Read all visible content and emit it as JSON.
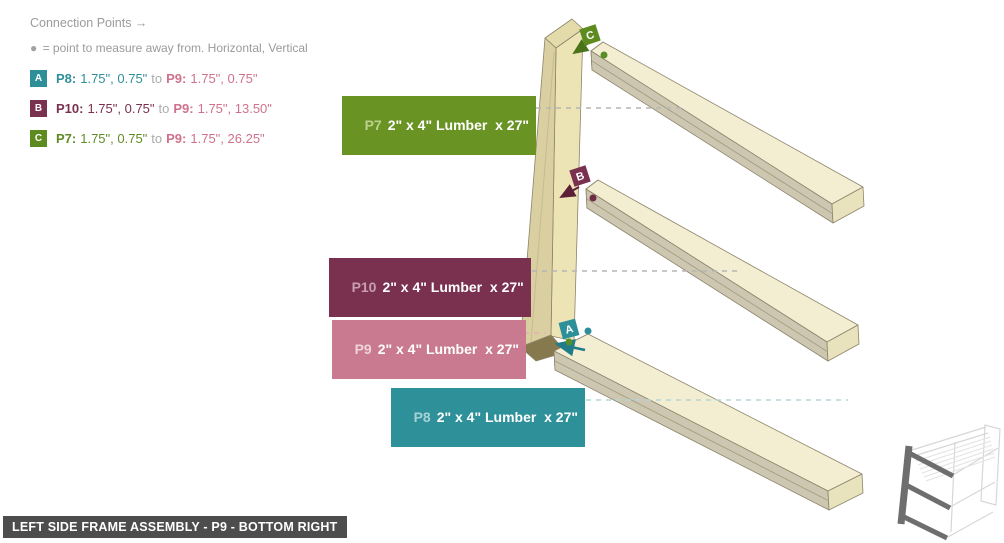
{
  "legend": {
    "title": "Connection Points →",
    "bullet": "●",
    "note": "= point to measure away from. Horizontal, Vertical",
    "rows": [
      {
        "letter": "A",
        "from_part": "P8:",
        "from_vals": "1.75\", 0.75\"",
        "to_word": "to",
        "to_part": "P9:",
        "to_vals": "1.75\", 0.75\""
      },
      {
        "letter": "B",
        "from_part": "P10:",
        "from_vals": "1.75\", 0.75\"",
        "to_word": "to",
        "to_part": "P9:",
        "to_vals": "1.75\", 13.50\""
      },
      {
        "letter": "C",
        "from_part": "P7:",
        "from_vals": "1.75\", 0.75\"",
        "to_word": "to",
        "to_part": "P9:",
        "to_vals": "1.75\", 26.25\""
      }
    ]
  },
  "labels": {
    "p7": {
      "prefix": "P7",
      "text": "2\" x 4\" Lumber  x 27\""
    },
    "p10": {
      "prefix": "P10",
      "text": "2\" x 4\" Lumber  x 27\""
    },
    "p9": {
      "prefix": "P9",
      "text": "2\" x 4\" Lumber  x 27\""
    },
    "p8": {
      "prefix": "P8",
      "text": "2\" x 4\" Lumber  x 27\""
    }
  },
  "badges": {
    "a": "A",
    "b": "B",
    "c": "C"
  },
  "footer": {
    "title": "LEFT SIDE FRAME ASSEMBLY - P9 - BOTTOM RIGHT"
  },
  "colors": {
    "teal": "#2e8f99",
    "maroon": "#7a3150",
    "olive": "#5e8b1f",
    "pink": "#ca7a90",
    "gray_text": "#9b9b9b",
    "banner_bg": "#4d4d4d",
    "wood_top": "#f3edd2",
    "wood_front": "#cdc7b2",
    "wood_tan": "#dacfa0",
    "wood_cream": "#ece4b5",
    "wood_dark": "#86794e"
  }
}
